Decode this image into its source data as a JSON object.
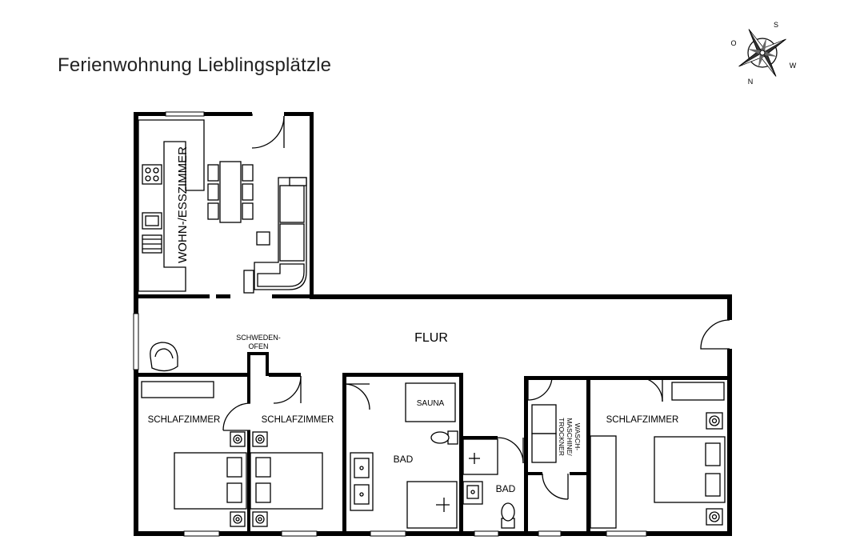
{
  "title": "Ferienwohnung Lieblingsplätzle",
  "compass": {
    "north": "N",
    "south": "S",
    "east": "O",
    "west": "W"
  },
  "rooms": {
    "living": "WOHN-/ESSZIMMER",
    "hall": "FLUR",
    "stove_line1": "SCHWEDEN-",
    "stove_line2": "OFEN",
    "bedroom1": "SCHLAFZIMMER",
    "bedroom2": "SCHLAFZIMMER",
    "bath1": "BAD",
    "sauna": "SAUNA",
    "bath2": "BAD",
    "laundry_line1": "WASCH-",
    "laundry_line2": "MASCHINE/",
    "laundry_line3": "TROCKNER",
    "bedroom3": "SCHLAFZIMMER"
  }
}
